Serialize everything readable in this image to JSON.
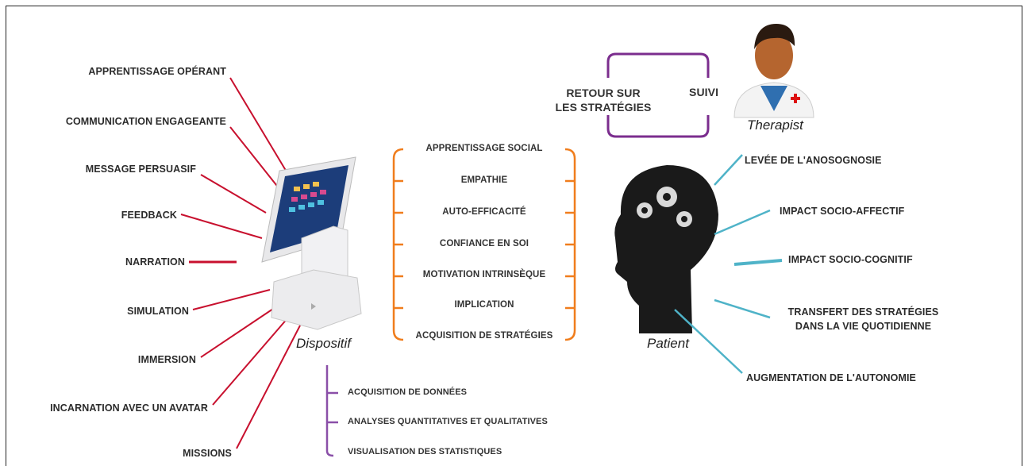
{
  "dispositif": {
    "caption": "Dispositif",
    "features": [
      "APPRENTISSAGE OPÉRANT",
      "COMMUNICATION ENGAGEANTE",
      "MESSAGE PERSUASIF",
      "FEEDBACK",
      "NARRATION",
      "SIMULATION",
      "IMMERSION",
      "INCARNATION AVEC UN AVATAR",
      "MISSIONS"
    ]
  },
  "center": {
    "orange_items": [
      "APPRENTISSAGE SOCIAL",
      "EMPATHIE",
      "AUTO-EFFICACITÉ",
      "CONFIANCE EN SOI",
      "MOTIVATION INTRINSÈQUE",
      "IMPLICATION",
      "ACQUISITION DE STRATÉGIES"
    ],
    "purple_items": [
      "ACQUISITION DE DONNÉES",
      "ANALYSES QUANTITATIVES ET QUALITATIVES",
      "VISUALISATION DES STATISTIQUES"
    ]
  },
  "therapist": {
    "caption": "Therapist",
    "retour_line1": "RETOUR SUR",
    "retour_line2": "LES STRATÉGIES",
    "suivi": "SUIVI"
  },
  "patient": {
    "caption": "Patient",
    "outcomes": [
      "LEVÉE DE L'ANOSOGNOSIE",
      "IMPACT SOCIO-AFFECTIF",
      "IMPACT SOCIO-COGNITIF",
      "TRANSFERT DES STRATÉGIES",
      "DANS LA VIE QUOTIDIENNE",
      "AUGMENTATION DE L'AUTONOMIE"
    ]
  },
  "colors": {
    "left_lines": "#c8102e",
    "orange_bracket": "#f07d1c",
    "purple_bracket": "#8a4fa8",
    "teal_lines": "#4fb3c8",
    "therapist_bracket": "#7b2d8e"
  }
}
